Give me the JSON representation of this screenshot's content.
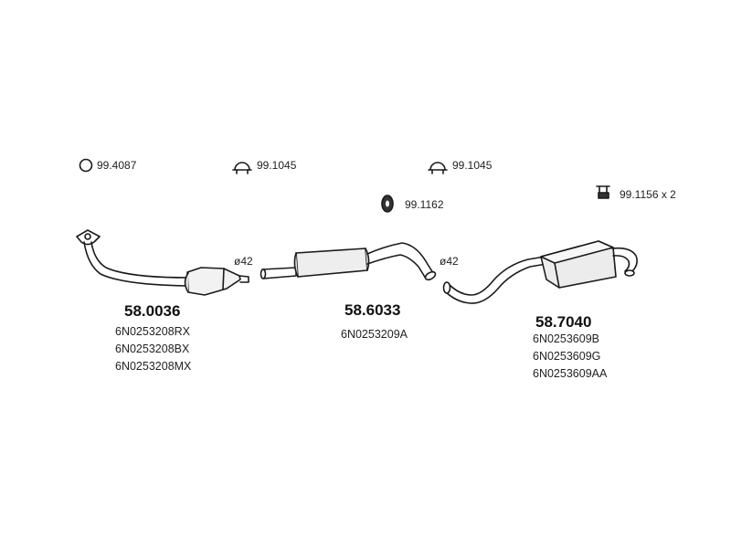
{
  "accessories": [
    {
      "id": "a1",
      "code": "99.4087"
    },
    {
      "id": "a2",
      "code": "99.1045"
    },
    {
      "id": "a3",
      "code": "99.1045"
    },
    {
      "id": "a4",
      "code": "99.1162"
    },
    {
      "id": "a5",
      "code": "99.1156 x 2"
    }
  ],
  "diameters": [
    "ø42",
    "ø42"
  ],
  "parts": [
    {
      "number": "58.0036",
      "oem": [
        "6N0253208RX",
        "6N0253208BX",
        "6N0253208MX"
      ]
    },
    {
      "number": "58.6033",
      "oem": [
        "6N0253209A"
      ]
    },
    {
      "number": "58.7040",
      "oem": [
        "6N0253609B",
        "6N0253609G",
        "6N0253609AA"
      ]
    }
  ]
}
